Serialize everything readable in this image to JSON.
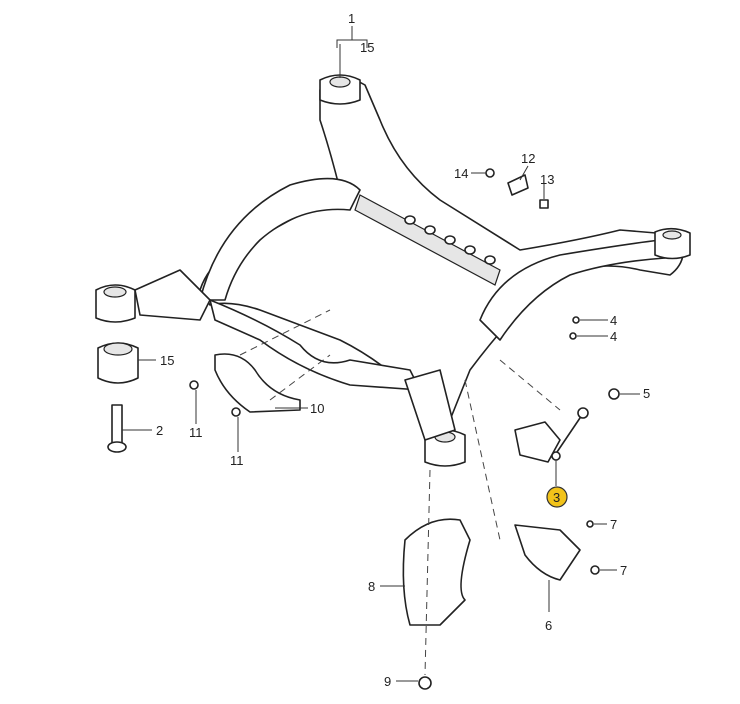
{
  "diagram": {
    "title": "Rear subframe assembly",
    "highlight_color": "#f2c31a",
    "callouts": [
      {
        "id": "c1",
        "text": "1"
      },
      {
        "id": "c15a",
        "text": "15"
      },
      {
        "id": "c14",
        "text": "14"
      },
      {
        "id": "c12",
        "text": "12"
      },
      {
        "id": "c13",
        "text": "13"
      },
      {
        "id": "c4a",
        "text": "4"
      },
      {
        "id": "c4b",
        "text": "4"
      },
      {
        "id": "c15b",
        "text": "15"
      },
      {
        "id": "c5",
        "text": "5"
      },
      {
        "id": "c2",
        "text": "2"
      },
      {
        "id": "c10",
        "text": "10"
      },
      {
        "id": "c11a",
        "text": "11"
      },
      {
        "id": "c11b",
        "text": "11"
      },
      {
        "id": "c3",
        "text": "3"
      },
      {
        "id": "c7a",
        "text": "7"
      },
      {
        "id": "c7b",
        "text": "7"
      },
      {
        "id": "c8",
        "text": "8"
      },
      {
        "id": "c6",
        "text": "6"
      },
      {
        "id": "c9",
        "text": "9"
      }
    ]
  }
}
